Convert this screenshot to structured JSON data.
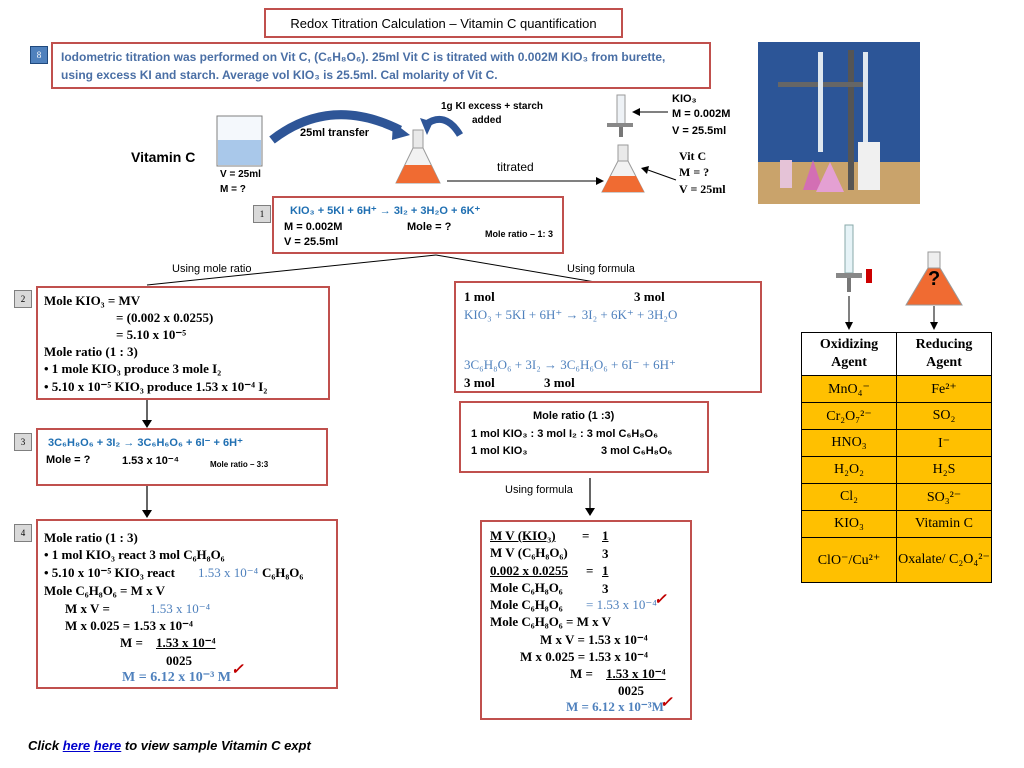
{
  "title": "Redox Titration Calculation – Vitamin C quantification",
  "problem": {
    "number": "8",
    "line1": "Iodometric titration was performed on Vit C, (C₆H₈O₆). 25ml Vit C is titrated with 0.002M KIO₃ from burette,",
    "line2": "using excess KI and starch. Average vol KIO₃ is 25.5ml. Cal molarity of Vit C."
  },
  "diagram": {
    "vitc_label": "Vitamin C",
    "beaker_v": "V = 25ml",
    "beaker_m": "M = ?",
    "transfer": "25ml transfer",
    "ki_line1": "1g KI excess + starch",
    "ki_line2": "added",
    "titrated": "titrated",
    "kio3": "KIO₃",
    "kio3_m": "M = 0.002M",
    "kio3_v": "V = 25.5ml",
    "vitc2": "Vit C",
    "vitc2_m": "M = ?",
    "vitc2_v": "V = 25ml"
  },
  "step1": {
    "number": "1",
    "equation": "KIO₃ + 5KI + 6H⁺ → 3I₂ + 3H₂O + 6K⁺",
    "m": "M = 0.002M",
    "mole": "Mole = ?",
    "v": "V = 25.5ml",
    "ratio": "Mole ratio – 1: 3"
  },
  "branch_left": "Using mole ratio",
  "branch_right": "Using formula",
  "step2": {
    "number": "2",
    "l1": "Mole KIO₃ = MV",
    "l2": "= (0.002 x 0.0255)",
    "l3": "= 5.10 x 10⁻⁵",
    "l4": "Mole ratio (1 : 3)",
    "l5": "•      1 mole KIO₃ produce 3 mole I₂",
    "l6": "• 5.10 x 10⁻⁵ KIO₃ produce  1.53 x 10⁻⁴ I₂"
  },
  "step3": {
    "number": "3",
    "equation": "3C₆H₈O₆  +  3I₂ → 3C₆H₆O₆ + 6I⁻ + 6H⁺",
    "mole": "Mole = ?",
    "value": "1.53 x 10⁻⁴",
    "ratio": "Mole ratio – 3:3"
  },
  "step4": {
    "number": "4",
    "l1": "Mole ratio (1 : 3)",
    "l2": "•        1 mol KIO₃ react 3 mol C₆H₈O₆",
    "l3a": "• 5.10 x 10⁻⁵ KIO₃ react",
    "l3b": "1.53 x 10⁻⁴",
    "l3c": "C₆H₈O₆",
    "l4": "Mole C₆H₈O₆ = M x V",
    "l5a": "M x V      =",
    "l5b": "1.53 x 10⁻⁴",
    "l6": "M x 0.025   =  1.53 x 10⁻⁴",
    "l7a": "M  =",
    "l7b": "1.53 x 10⁻⁴",
    "l8": "0025",
    "l9": "M = 6.12 x 10⁻³ M"
  },
  "formula_top": {
    "mol1": "1 mol",
    "mol3": "3 mol",
    "eq1": "KIO₃  +  5KI  +  6H⁺  →  3I₂  +  6K⁺ + 3H₂O",
    "eq2": "3C₆H₈O₆  +  3I₂  →  3C₆H₆O₆  +  6I⁻ + 6H⁺",
    "mol3b": "3 mol",
    "mol3c": "3 mol",
    "ratio_title": "Mole ratio (1 :3)",
    "ratio_l1": "1 mol KIO₃ : 3 mol I₂ : 3 mol C₆H₈O₆",
    "ratio_l2a": "1 mol KIO₃",
    "ratio_l2b": "3 mol C₆H₈O₆"
  },
  "using_formula2": "Using formula",
  "formula_calc": {
    "l1a": "M V (KIO₃)",
    "l1b": "=",
    "l1c": "1",
    "l2a": "M V (C₆H₈O₆)",
    "l2b": "3",
    "l3a": "0.002 x 0.0255",
    "l3b": "=",
    "l3c": "1",
    "l4a": "Mole C₆H₈O₆",
    "l4b": "3",
    "l5a": "Mole C₆H₈O₆",
    "l5b": "= 1.53 x 10⁻⁴",
    "l6": "Mole C₆H₈O₆   = M x  V",
    "l7": "M x V   = 1.53 x 10⁻⁴",
    "l8": "M x 0.025  = 1.53 x 10⁻⁴",
    "l9a": "M  =",
    "l9b": "1.53 x 10⁻⁴",
    "l10": "0025",
    "l11": "M = 6.12 x 10⁻³M"
  },
  "agents": {
    "head_ox": "Oxidizing Agent",
    "head_red": "Reducing Agent",
    "rows": [
      [
        "MnO₄⁻",
        "Fe²⁺"
      ],
      [
        "Cr₂O₇²⁻",
        "SO₂"
      ],
      [
        "HNO₃",
        "I⁻"
      ],
      [
        "H₂O₂",
        "H₂S"
      ],
      [
        "Cl₂",
        "SO₃²⁻"
      ],
      [
        "KIO₃",
        "Vitamin C"
      ],
      [
        "ClO⁻/Cu²⁺",
        "Oxalate/ C₂O₄²⁻"
      ]
    ],
    "question": "?"
  },
  "footer": {
    "prefix": "Click",
    "link1": "here",
    "link2": "here",
    "suffix": "to view sample Vitamin C expt"
  },
  "colors": {
    "box_border": "#c0504d",
    "blue_text": "#4f81bd",
    "table_fill": "#ffc000",
    "arrow_blue": "#2e5597"
  }
}
